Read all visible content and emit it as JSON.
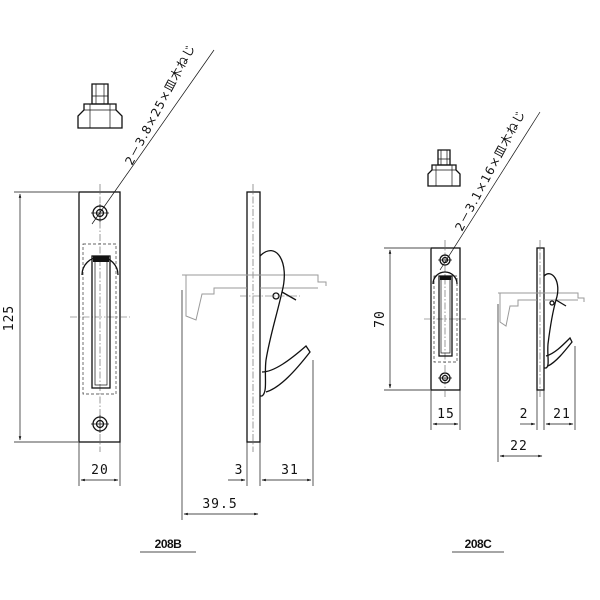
{
  "b208": {
    "model_label": "208B",
    "screw_note": "2－3.8×25×皿木ねじ",
    "dim_height": "125",
    "dim_width": "20",
    "dim_3": "3",
    "dim_31": "31",
    "dim_39_5": "39.5"
  },
  "c208": {
    "model_label": "208C",
    "screw_note": "2－3.1×16×皿木ねじ",
    "dim_height": "70",
    "dim_width": "15",
    "dim_2": "2",
    "dim_21": "21",
    "dim_22": "22"
  }
}
